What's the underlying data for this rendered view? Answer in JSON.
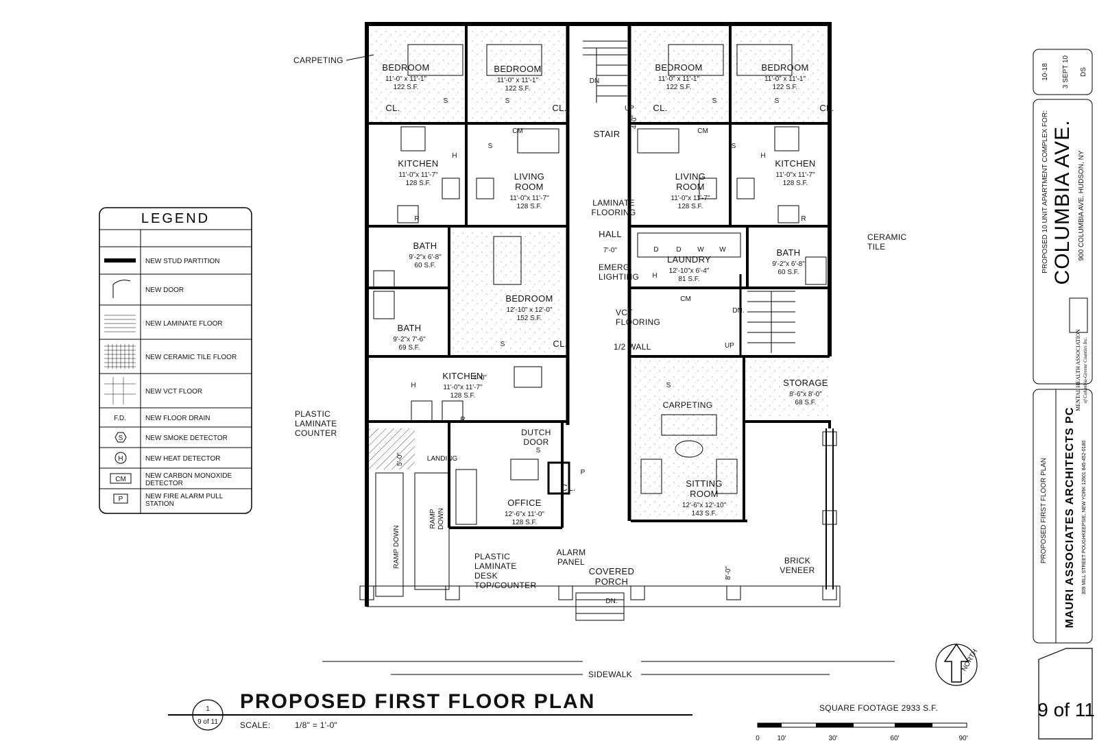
{
  "rooms": {
    "bed1": {
      "name": "BEDROOM",
      "dims": "11'-0\" x 11'-1\"",
      "area": "122 S.F."
    },
    "bed2": {
      "name": "BEDROOM",
      "dims": "11'-0\" x 11'-1\"",
      "area": "122 S.F."
    },
    "bed3": {
      "name": "BEDROOM",
      "dims": "11'-0\" x 11'-1\"",
      "area": "122 S.F."
    },
    "bed4": {
      "name": "BEDROOM",
      "dims": "11'-0\" x 11'-1\"",
      "area": "122 S.F."
    },
    "kit1": {
      "name": "KITCHEN",
      "dims": "11'-0\"x 11'-7\"",
      "area": "128 S.F."
    },
    "liv1": {
      "name1": "LIVING",
      "name2": "ROOM",
      "dims": "11'-0\"x 11'-7\"",
      "area": "128 S.F."
    },
    "liv2": {
      "name1": "LIVING",
      "name2": "ROOM",
      "dims": "11'-0\"x 11'-7\"",
      "area": "128 S.F."
    },
    "kit2": {
      "name": "KITCHEN",
      "dims": "11'-0\"x 11'-7\"",
      "area": "128 S.F."
    },
    "bath1": {
      "name": "BATH",
      "dims": "9'-2\"x 6'-8\"",
      "area": "60 S.F."
    },
    "bath2": {
      "name": "BATH",
      "dims": "9'-2\"x 7'-6\"",
      "area": "69 S.F."
    },
    "bed5": {
      "name": "BEDROOM",
      "dims": "12'-10\" x 12'-0\"",
      "area": "152 S.F."
    },
    "laundry": {
      "name": "LAUNDRY",
      "dims": "12'-10\"x 6'-4\"",
      "area": "81 S.F."
    },
    "bath3": {
      "name": "BATH",
      "dims": "9'-2\"x 6'-8\"",
      "area": "60 S.F."
    },
    "kit3": {
      "name": "KITCHEN",
      "dims": "11'-0\"x 11'-7\"",
      "area": "128 S.F."
    },
    "storage": {
      "name": "STORAGE",
      "dims": "8'-6\"x 8'-0\"",
      "area": "68 S.F."
    },
    "office": {
      "name": "OFFICE",
      "dims": "12'-6\"x 11'-0\"",
      "area": "128 S.F."
    },
    "sitting": {
      "name1": "SITTING",
      "name2": "ROOM",
      "dims": "12'-6\"x 12'-10\"",
      "area": "143 S.F."
    },
    "stair": {
      "name": "STAIR"
    },
    "hall": {
      "name": "HALL",
      "dims": "7'-0\""
    },
    "porch": {
      "name1": "COVERED",
      "name2": "PORCH"
    }
  },
  "marks": {
    "cl": "CL.",
    "dn": "DN.",
    "dn2": "DN",
    "up": "UP",
    "landing": "LANDING",
    "ramp_down": "RAMP DOWN",
    "ramp": "RAMP",
    "down": "DOWN",
    "four_ft": "4'-0\"",
    "five_ft": "5'-0\"",
    "eight_ft": "8'-0\"",
    "s": "S",
    "h": "H",
    "r": "R",
    "cm": "CM",
    "d": "D",
    "w": "W",
    "p": "P"
  },
  "notes": {
    "carpeting": "CARPETING",
    "laminate1": "LAMINATE",
    "laminate2": "FLOORING",
    "emerg1": "EMERG.",
    "emerg2": "LIGHTING",
    "vct1": "VCT",
    "vct2": "FLOORING",
    "half_wall": "1/2 WALL",
    "ceramic1": "CERAMIC",
    "ceramic2": "TILE",
    "plastic1": "PLASTIC",
    "plastic2": "LAMINATE",
    "plastic3": "COUNTER",
    "dutch1": "DUTCH",
    "dutch2": "DOOR",
    "carpeting2": "CARPETING",
    "desk1": "PLASTIC",
    "desk2": "LAMINATE",
    "desk3": "DESK",
    "desk4": "TOP/COUNTER",
    "alarm1": "ALARM",
    "alarm2": "PANEL",
    "brick1": "BRICK",
    "brick2": "VENEER",
    "sidewalk": "SIDEWALK"
  },
  "legend": {
    "title": "LEGEND",
    "items": [
      {
        "symbol": "",
        "label": "NEW STUD PARTITION"
      },
      {
        "symbol": "",
        "label": "NEW DOOR"
      },
      {
        "symbol": "",
        "label": "NEW LAMINATE FLOOR"
      },
      {
        "symbol": "",
        "label": "NEW CERAMIC TILE FLOOR"
      },
      {
        "symbol": "",
        "label": "NEW VCT FLOOR"
      },
      {
        "symbol": "F.D.",
        "label": "NEW FLOOR DRAIN"
      },
      {
        "symbol": "S",
        "label": "NEW SMOKE DETECTOR"
      },
      {
        "symbol": "H",
        "label": "NEW HEAT DETECTOR"
      },
      {
        "symbol": "CM",
        "label": "NEW CARBON MONOXIDE",
        "label2": "DETECTOR"
      },
      {
        "symbol": "P",
        "label": "NEW FIRE ALARM PULL",
        "label2": "STATION"
      }
    ]
  },
  "title_block": {
    "title": "PROPOSED FIRST FLOOR PLAN",
    "scale_label": "SCALE:",
    "scale_value": "1/8\" = 1'-0\"",
    "footage": "SQUARE FOOTAGE 2933 S.F.",
    "sheet_num": "1",
    "sheet_of": "9 of 11",
    "scale_ticks": [
      "0",
      "10'",
      "30'",
      "60'",
      "90'"
    ],
    "north": "NORTH"
  },
  "side_block": {
    "project_no": "10-18",
    "date": "3 SEPT 10",
    "drawn_by": "DS",
    "complex": "PROPOSED 10 UNIT APARTMENT COMPLEX FOR:",
    "project_name": "COLUMBIA AVE.",
    "address": "900 COLUMBIA AVE.          HUDSON, NY",
    "client1": "MENTAL HEALTH ASSOCIATION",
    "client2": "of Columbia-Greene Counties Inc.",
    "firm": "MAURI ASSOCIATES ARCHITECTS PC",
    "firm_address": "309 MILL STREET     POUGHKEEPSIE, NEW YORK 12601     845-452-0180",
    "sheet_title": "PROPOSED FIRST FLOOR PLAN",
    "sheet": "9 of 11"
  }
}
